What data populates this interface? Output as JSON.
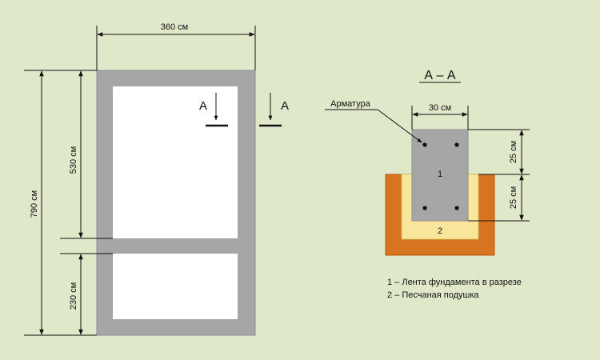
{
  "colors": {
    "background": "#dfe8c9",
    "concrete": "#a6a6a6",
    "concrete_dark": "#8e8e8e",
    "sand": "#f8e79a",
    "trench": "#d7741f",
    "trench_border": "#b85a10",
    "white": "#ffffff",
    "line": "#111111"
  },
  "plan": {
    "width_label": "360 см",
    "total_height_label": "790 см",
    "upper_height_label": "530 см",
    "lower_height_label": "230 см",
    "section_marker_letter": "А"
  },
  "section": {
    "title": "А – А",
    "rebar_label": "Арматура",
    "width_label": "30 см",
    "upper_height_label": "25 см",
    "lower_height_label": "25 см",
    "item1_number": "1",
    "item2_number": "2"
  },
  "legend": {
    "line1": "1 – Лента фундамента в разрезе",
    "line2": "2 – Песчаная подушка"
  }
}
